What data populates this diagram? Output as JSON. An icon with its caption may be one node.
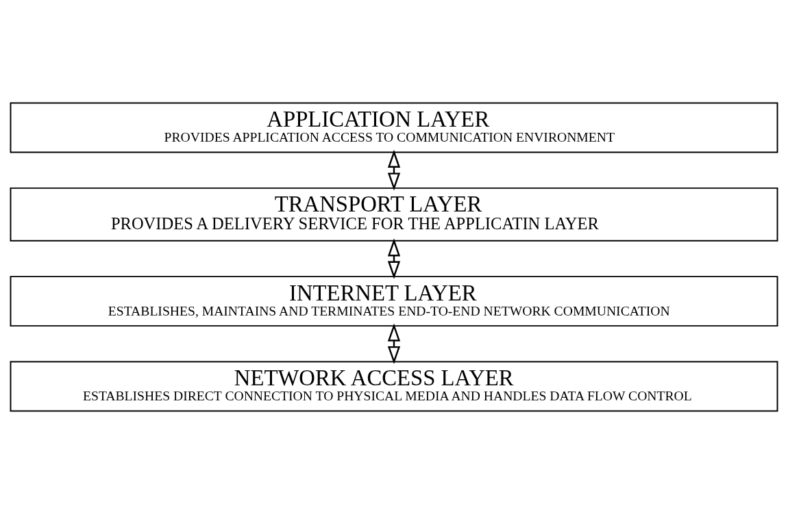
{
  "diagram": {
    "nodes": [
      {
        "text": [
          "APPLICATION LAYER",
          "PROVIDES APPLICATION ACCESS TO COMMUNICATION ENVIRONMENT"
        ]
      },
      {
        "text": [
          "TRANSPORT LAYER",
          "PROVIDES A DELIVERY SERVICE FOR THE APPLICATIN LAYER"
        ]
      },
      {
        "text": [
          "INTERNET LAYER",
          "ESTABLISHES, MAINTAINS AND TERMINATES END-TO-END NETWORK COMMUNICATION"
        ]
      },
      {
        "text": [
          "NETWORK ACCESS LAYER",
          "ESTABLISHES DIRECT CONNECTION TO PHYSICAL MEDIA AND HANDLES DATA FLOW CONTROL"
        ]
      }
    ],
    "edges": [
      {
        "from": 0,
        "to": 1,
        "arrow": "both"
      },
      {
        "from": 1,
        "to": 2,
        "arrow": "both"
      },
      {
        "from": 2,
        "to": 3,
        "arrow": "both"
      }
    ]
  }
}
